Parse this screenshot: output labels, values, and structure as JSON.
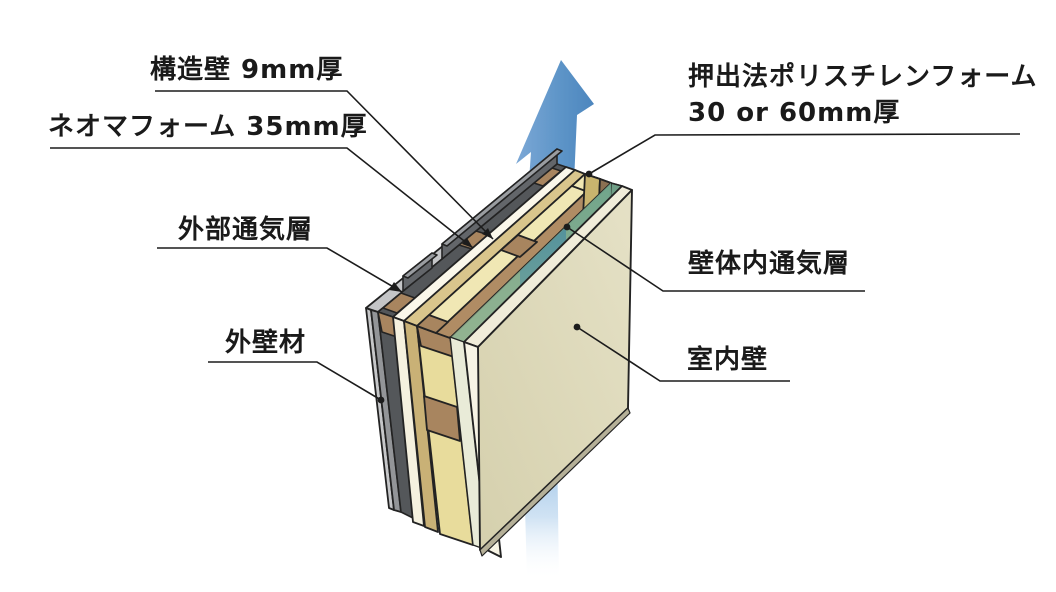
{
  "diagram": {
    "title_none": "",
    "labels": {
      "structural_wall": "構造壁 9mm厚",
      "neoma_foam": "ネオマフォーム 35mm厚",
      "outer_vent_layer": "外部通気層",
      "outer_wall_material": "外壁材",
      "xps_line1": "押出法ポリスチレンフォーム",
      "xps_line2": "30 or 60mm厚",
      "in_wall_vent_layer": "壁体内通気層",
      "interior_wall": "室内壁"
    },
    "icons": {
      "airflow": "arrow-up-icon"
    },
    "colors": {
      "background": "#ffffff",
      "leader_line": "#1c1c1c",
      "text": "#1a1a1a",
      "arrow_blue": "#5B9CD2",
      "arrow_blue_light": "#8CB9E2",
      "siding_light": "#C6C7C9",
      "siding_mid": "#939598",
      "siding_top": "#C4C5C7",
      "gap_dark": "#54575A",
      "rail_front": "#63666A",
      "rail_top": "#9A9DA1",
      "wood": "#A8855F",
      "wood_rail": "#B08C64",
      "wood_dark": "#8A7052",
      "cream": "#F5F1DF",
      "cream_top": "#FAF7EA",
      "tan": "#C9B176",
      "tan_top": "#D9C58C",
      "yellow": "#E8DC9C",
      "yellow_top": "#F0E7B4",
      "yellow_end": "#C9B46E",
      "green_top": "#7BA891",
      "green_end": "#6F9E86",
      "pale_gap": "#E9EBD8",
      "interior_face": "#DBD6B5",
      "interior_top": "#F0ECD9",
      "interior_edge": "#F7F4E5",
      "interior_bottom": "#B5B098"
    }
  }
}
